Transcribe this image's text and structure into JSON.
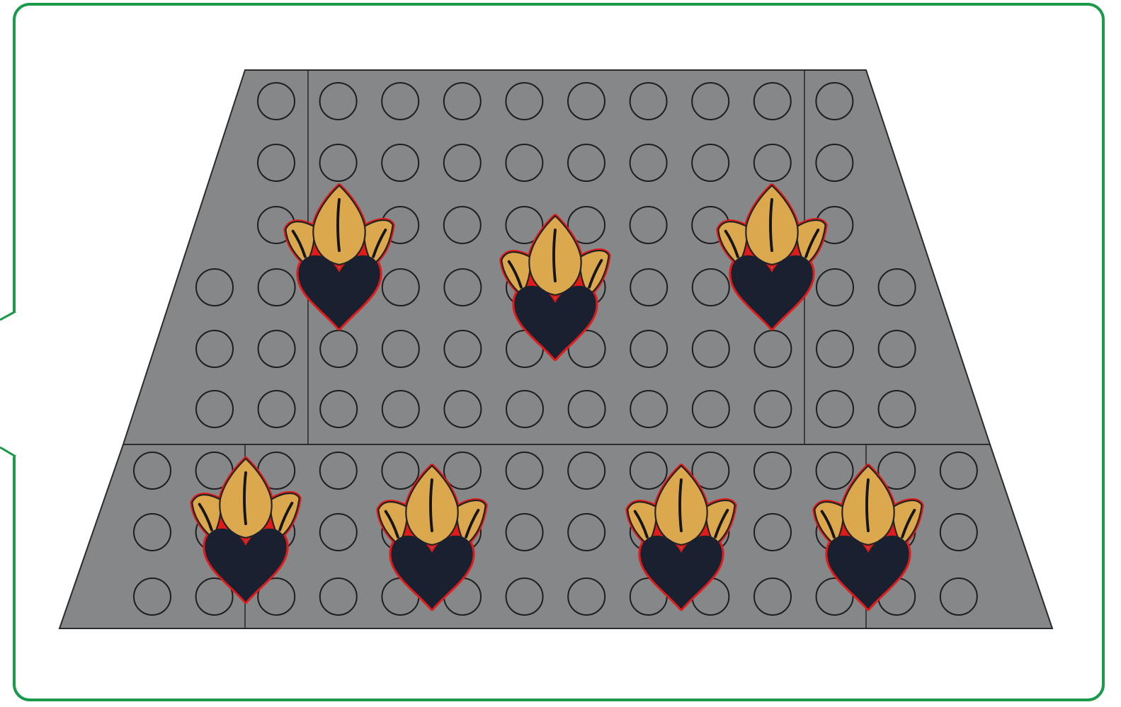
{
  "colors": {
    "frame_border": "#1a9a4a",
    "background": "#ffffff",
    "plate_fill": "#858789",
    "plate_edge": "#2b2b2b",
    "stud_outline": "#1e1e1e",
    "leaf_fill": "#dca84e",
    "heart_fill": "#192130",
    "piece_outline": "#e11a1a"
  },
  "icons": {
    "studs": "circle-stud-icon",
    "piece": "flaming-heart-icon"
  },
  "scene": {
    "upper_plate": {
      "stud_rows": 6,
      "stud_columns_top_rows": 10,
      "stud_columns_bottom_rows": 12,
      "flaming_heart_count": 3
    },
    "lower_plate": {
      "stud_rows": 3,
      "stud_columns": 14,
      "flaming_heart_count": 4
    }
  }
}
